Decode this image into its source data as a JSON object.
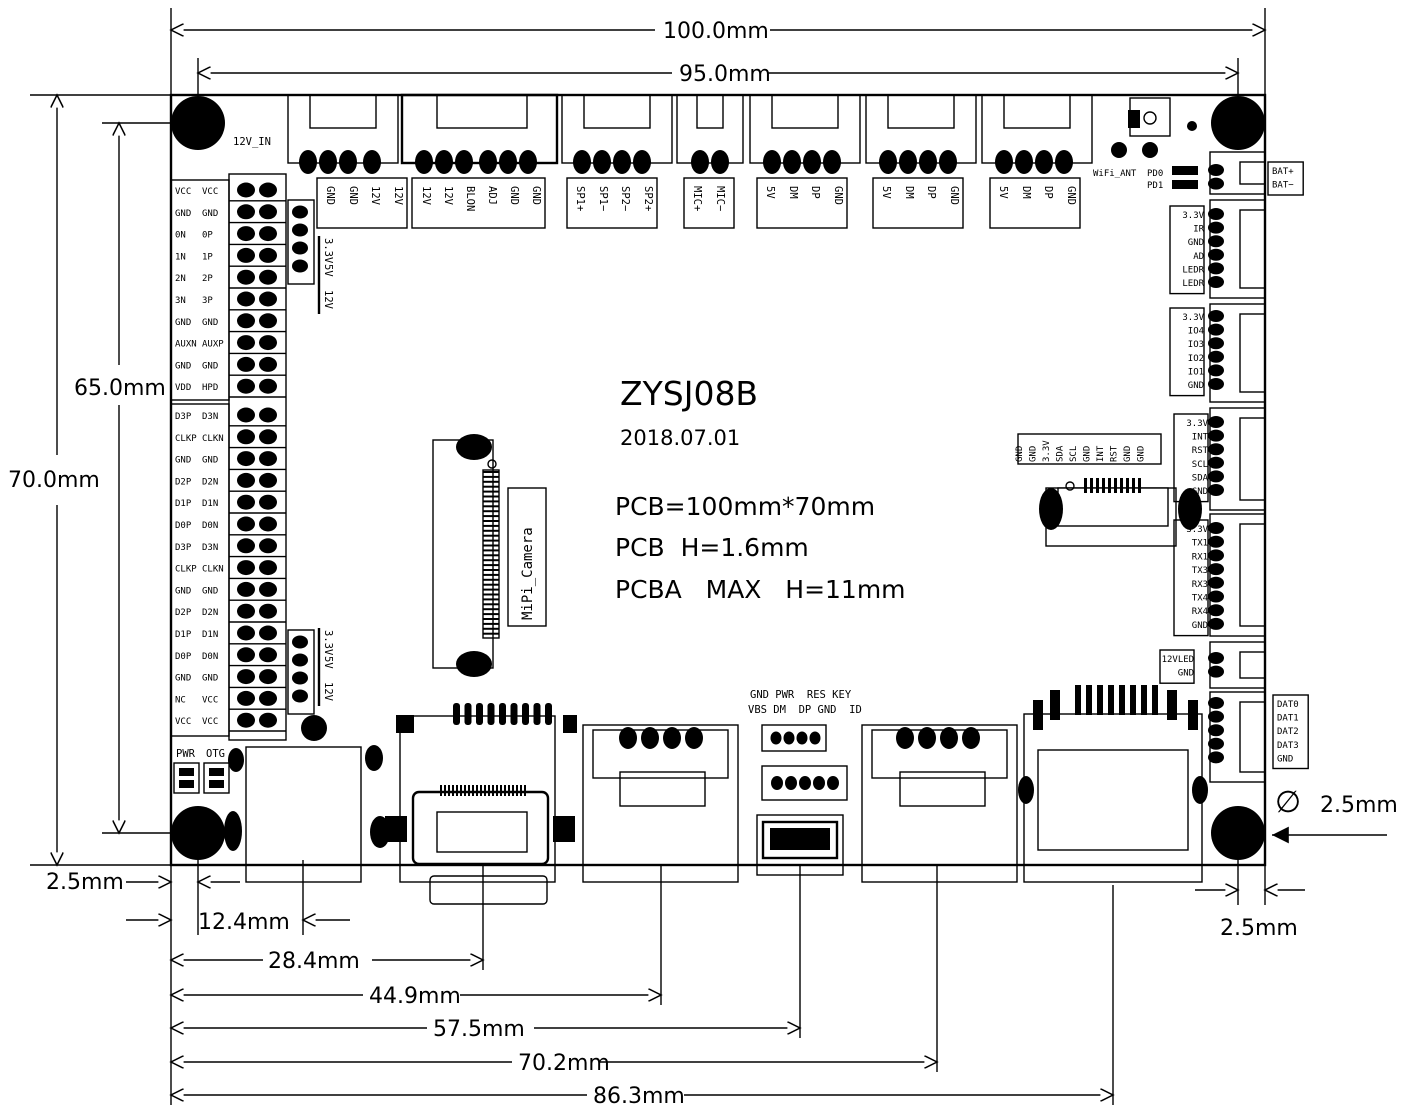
{
  "board": {
    "name": "ZYSJ08B",
    "date": "2018.07.01",
    "spec_size": "PCB=100mm*70mm",
    "spec_thickness": "PCB  H=1.6mm",
    "spec_height": "PCBA   MAX   H=11mm"
  },
  "dimensions": {
    "width_outer": "100.0mm",
    "width_holes": "95.0mm",
    "height_outer": "70.0mm",
    "height_holes": "65.0mm",
    "left_margin": "2.5mm",
    "right_margin": "2.5mm",
    "hole_diameter": "2.5mm",
    "d1": "12.4mm",
    "d2": "28.4mm",
    "d3": "44.9mm",
    "d4": "57.5mm",
    "d5": "70.2mm",
    "d6": "86.3mm"
  },
  "labels": {
    "power_in": "12V_IN",
    "camera": "MiPi_Camera",
    "wifi": "WiFi_ANT",
    "pd0": "PD0",
    "pd1": "PD1",
    "pwr": "PWR",
    "otg": "OTG",
    "usb_top": "GND PWR  RES KEY",
    "usb_bottom": "VBS DM  DP GND  ID",
    "diameter_symbol": "∅"
  },
  "top_connectors": [
    [
      "GND",
      "GND",
      "12V",
      "12V"
    ],
    [
      "12V",
      "12V",
      "BLON",
      "ADJ",
      "GND",
      "GND"
    ],
    [
      "SP1+",
      "SP1−",
      "SP2−",
      "SP2+"
    ],
    [
      "MIC+",
      "MIC−"
    ],
    [
      "5V",
      "DM",
      "DP",
      "GND"
    ],
    [
      "5V",
      "DM",
      "DP",
      "GND"
    ],
    [
      "5V",
      "DM",
      "DP",
      "GND"
    ]
  ],
  "lvds_rows": [
    [
      "VCC",
      "VCC"
    ],
    [
      "GND",
      "GND"
    ],
    [
      "0N",
      "0P"
    ],
    [
      "1N",
      "1P"
    ],
    [
      "2N",
      "2P"
    ],
    [
      "3N",
      "3P"
    ],
    [
      "GND",
      "GND"
    ],
    [
      "AUXN",
      "AUXP"
    ],
    [
      "GND",
      "GND"
    ],
    [
      "VDD",
      "HPD"
    ],
    [
      "D3P",
      "D3N"
    ],
    [
      "CLKP",
      "CLKN"
    ],
    [
      "GND",
      "GND"
    ],
    [
      "D2P",
      "D2N"
    ],
    [
      "D1P",
      "D1N"
    ],
    [
      "D0P",
      "D0N"
    ],
    [
      "D3P",
      "D3N"
    ],
    [
      "CLKP",
      "CLKN"
    ],
    [
      "GND",
      "GND"
    ],
    [
      "D2P",
      "D2N"
    ],
    [
      "D1P",
      "D1N"
    ],
    [
      "D0P",
      "D0N"
    ],
    [
      "GND",
      "GND"
    ],
    [
      "NC",
      "VCC"
    ],
    [
      "VCC",
      "VCC"
    ]
  ],
  "voltage_select": [
    "3.3V",
    "5V",
    "12V"
  ],
  "right_connectors": [
    [
      "BAT+",
      "BAT−"
    ],
    [
      "3.3V",
      "IR",
      "GND",
      "AD",
      "LEDR",
      "LEDR"
    ],
    [
      "3.3V",
      "IO4",
      "IO3",
      "IO2",
      "IO1",
      "GND"
    ],
    [
      "3.3V",
      "INT",
      "RST",
      "SCL",
      "SDA",
      "GND"
    ],
    [
      "3.3V",
      "TX1",
      "RX1",
      "TX3",
      "RX3",
      "TX4",
      "RX4",
      "GND"
    ],
    [
      "12VLED",
      "GND"
    ],
    [
      "DAT0",
      "DAT1",
      "DAT2",
      "DAT3",
      "GND"
    ]
  ],
  "touch_connector": [
    "GND",
    "GND",
    "3.3V",
    "SDA",
    "SCL",
    "GND",
    "INT",
    "RST",
    "GND",
    "GND"
  ]
}
